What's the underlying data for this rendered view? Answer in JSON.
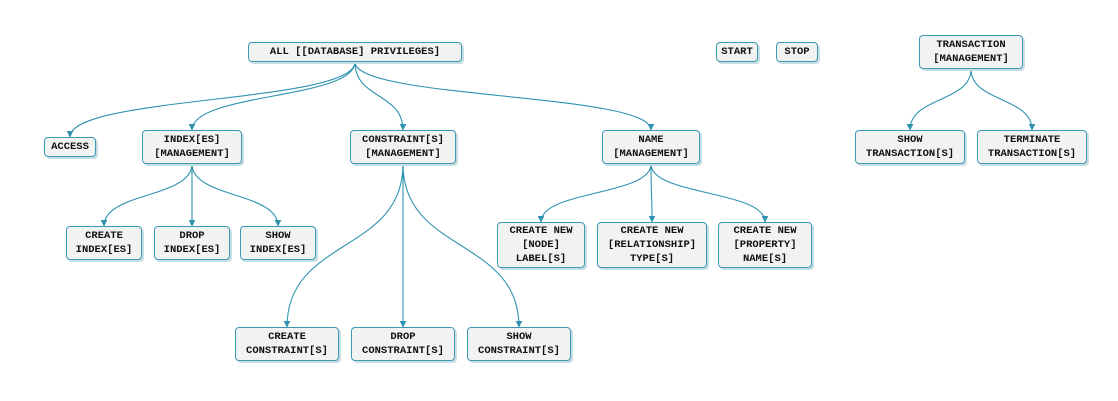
{
  "colors": {
    "edge": "#2f93b0",
    "node_border": "#3b9bb4",
    "node_fill": "#f2f2f2"
  },
  "nodes": {
    "all_db_privileges": "ALL [[DATABASE] PRIVILEGES]",
    "start": "START",
    "stop": "STOP",
    "transaction_management": "TRANSACTION\n[MANAGEMENT]",
    "access": "ACCESS",
    "index_management": "INDEX[ES]\n[MANAGEMENT]",
    "constraint_management": "CONSTRAINT[S]\n[MANAGEMENT]",
    "name_management": "NAME\n[MANAGEMENT]",
    "show_transaction": "SHOW\nTRANSACTION[S]",
    "terminate_transaction": "TERMINATE\nTRANSACTION[S]",
    "create_index": "CREATE\nINDEX[ES]",
    "drop_index": "DROP\nINDEX[ES]",
    "show_index": "SHOW\nINDEX[ES]",
    "create_new_label": "CREATE NEW\n[NODE]\nLABEL[S]",
    "create_new_type": "CREATE NEW\n[RELATIONSHIP]\nTYPE[S]",
    "create_new_name": "CREATE NEW\n[PROPERTY]\nNAME[S]",
    "create_constraint": "CREATE\nCONSTRAINT[S]",
    "drop_constraint": "DROP\nCONSTRAINT[S]",
    "show_constraint": "SHOW\nCONSTRAINT[S]"
  },
  "edges": [
    [
      "all_db_privileges",
      "access"
    ],
    [
      "all_db_privileges",
      "index_management"
    ],
    [
      "all_db_privileges",
      "constraint_management"
    ],
    [
      "all_db_privileges",
      "name_management"
    ],
    [
      "transaction_management",
      "show_transaction"
    ],
    [
      "transaction_management",
      "terminate_transaction"
    ],
    [
      "index_management",
      "create_index"
    ],
    [
      "index_management",
      "drop_index"
    ],
    [
      "index_management",
      "show_index"
    ],
    [
      "name_management",
      "create_new_label"
    ],
    [
      "name_management",
      "create_new_type"
    ],
    [
      "name_management",
      "create_new_name"
    ],
    [
      "constraint_management",
      "create_constraint"
    ],
    [
      "constraint_management",
      "drop_constraint"
    ],
    [
      "constraint_management",
      "show_constraint"
    ]
  ]
}
